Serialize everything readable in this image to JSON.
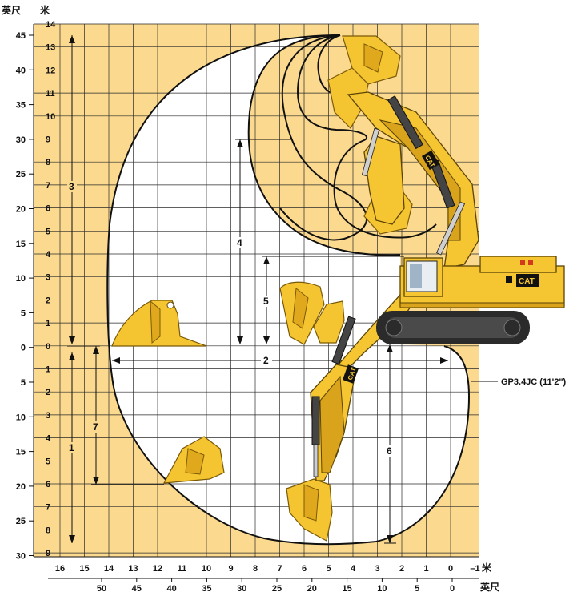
{
  "units": {
    "feet_label": "英尺",
    "meters_label": "米"
  },
  "left_feet_ticks": [
    "45",
    "40",
    "35",
    "30",
    "25",
    "20",
    "15",
    "10",
    "5",
    "0",
    "5",
    "10",
    "15",
    "20",
    "25",
    "30"
  ],
  "left_meter_ticks": [
    "14",
    "13",
    "12",
    "11",
    "10",
    "9",
    "8",
    "7",
    "6",
    "5",
    "4",
    "3",
    "2",
    "1",
    "0",
    "1",
    "2",
    "3",
    "4",
    "5",
    "6",
    "7",
    "8",
    "9"
  ],
  "bottom_meter_ticks": [
    "16",
    "15",
    "14",
    "13",
    "12",
    "11",
    "10",
    "9",
    "8",
    "7",
    "6",
    "5",
    "4",
    "3",
    "2",
    "1",
    "0",
    "–1"
  ],
  "bottom_feet_ticks": [
    "50",
    "45",
    "40",
    "35",
    "30",
    "25",
    "20",
    "15",
    "10",
    "5",
    "0"
  ],
  "dimensions": [
    "1",
    "2",
    "3",
    "4",
    "5",
    "6",
    "7"
  ],
  "boom_config": "GP3.4JC (11'2\")",
  "brand": "CAT",
  "colors": {
    "background_band": "#fbd98f",
    "grid_line": "#2a2a2a",
    "machine_yellow": "#f6c532",
    "track": "#2b2b2b"
  }
}
